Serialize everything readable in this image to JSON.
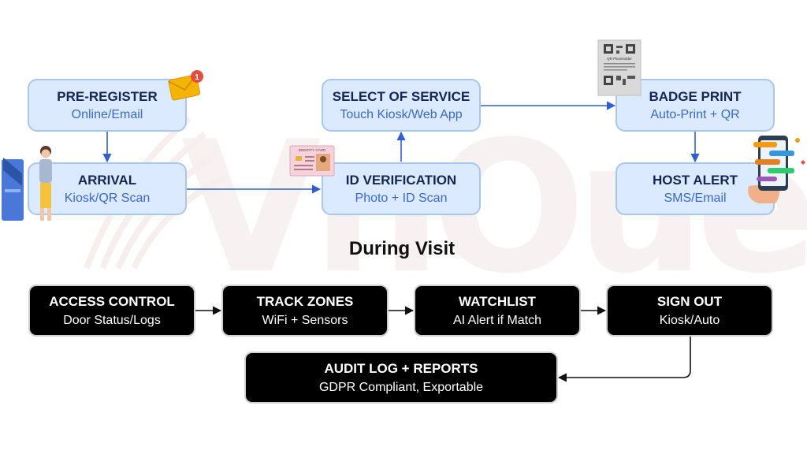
{
  "section_title": "During Visit",
  "watermark": "VnOue",
  "colors": {
    "light_fill": "#dbeafe",
    "light_border": "#a9c6ee",
    "title_dark": "#172554",
    "subtitle_blue": "#3a69c8",
    "arrow_blue": "#2f5fcf",
    "dark_fill": "#000000",
    "arrow_dark": "#111111"
  },
  "nodes": {
    "pre_register": {
      "title": "PRE-REGISTER",
      "subtitle": "Online/Email"
    },
    "arrival": {
      "title": "ARRIVAL",
      "subtitle": "Kiosk/QR Scan"
    },
    "select_service": {
      "title": "SELECT OF SERVICE",
      "subtitle": "Touch Kiosk/Web App"
    },
    "id_verification": {
      "title": "ID VERIFICATION",
      "subtitle": "Photo + ID Scan"
    },
    "badge_print": {
      "title": "BADGE PRINT",
      "subtitle": "Auto-Print + QR"
    },
    "host_alert": {
      "title": "HOST ALERT",
      "subtitle": "SMS/Email"
    },
    "access_control": {
      "title": "ACCESS CONTROL",
      "subtitle": "Door Status/Logs"
    },
    "track_zones": {
      "title": "TRACK ZONES",
      "subtitle": "WiFi + Sensors"
    },
    "watchlist": {
      "title": "WATCHLIST",
      "subtitle": "AI Alert if Match"
    },
    "sign_out": {
      "title": "SIGN OUT",
      "subtitle": "Kiosk/Auto"
    },
    "audit_log": {
      "title": "AUDIT LOG + REPORTS",
      "subtitle": "GDPR Compliant, Exportable"
    }
  },
  "decorations": {
    "email_badge_count": "1",
    "id_card_header": "IDENTITY CARD",
    "qr_card_caption": "QR Placeholder",
    "icons": [
      "email-envelope-icon",
      "person-kiosk-icon",
      "id-card-icon",
      "qr-badge-icon",
      "phone-chat-icon"
    ]
  }
}
